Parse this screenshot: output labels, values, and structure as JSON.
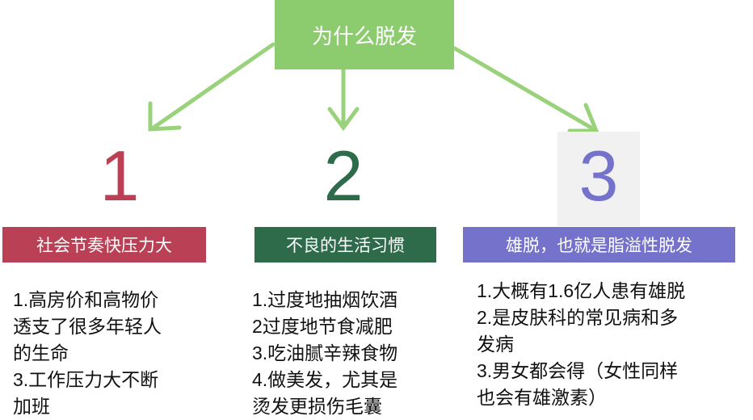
{
  "title": "为什么脱发",
  "colors": {
    "top": "#8ccc6e",
    "c1": "#b94055",
    "c2": "#2e6b4b",
    "c3": "#7572cc"
  },
  "columns": [
    {
      "number": "1",
      "label": "社会节奏快压力大",
      "lines": [
        "1.高房价和高物价",
        "透支了很多年轻人",
        "的生命",
        "3.工作压力大不断",
        "加班"
      ]
    },
    {
      "number": "2",
      "label": "不良的生活习惯",
      "lines": [
        "1.过度地抽烟饮酒",
        "2过度地节食减肥",
        "3.吃油腻辛辣食物",
        "4.做美发，尤其是",
        "烫发更损伤毛囊"
      ]
    },
    {
      "number": "3",
      "label": "雄脱，也就是脂溢性脱发",
      "lines": [
        "1.大概有1.6亿人患有雄脱",
        "2.是皮肤科的常见病和多",
        "发病",
        "3.男女都会得（女性同样",
        "也会有雄激素）"
      ]
    }
  ]
}
